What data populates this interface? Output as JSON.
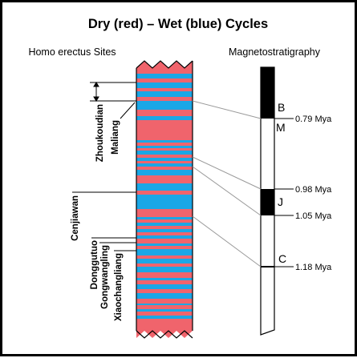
{
  "title": "Dry (red) – Wet (blue) Cycles",
  "left_heading": "Homo erectus Sites",
  "right_heading": "Magnetostratigraphy",
  "colors": {
    "dry": "#f0646c",
    "wet": "#1aa7e6",
    "ink": "#000000",
    "connector": "#9a9a9a"
  },
  "sites": [
    {
      "name": "Zhoukoudian"
    },
    {
      "name": "Maliang"
    },
    {
      "name": "Cenjiawan"
    },
    {
      "name": "Donggutuo"
    },
    {
      "name": "Gongwangling"
    },
    {
      "name": "Xiaochangliang"
    }
  ],
  "magneto": {
    "periods": [
      "B",
      "M",
      "J",
      "C"
    ],
    "ages": [
      "0.79 Mya",
      "0.98 Mya",
      "1.05 Mya",
      "1.18 Mya"
    ]
  }
}
